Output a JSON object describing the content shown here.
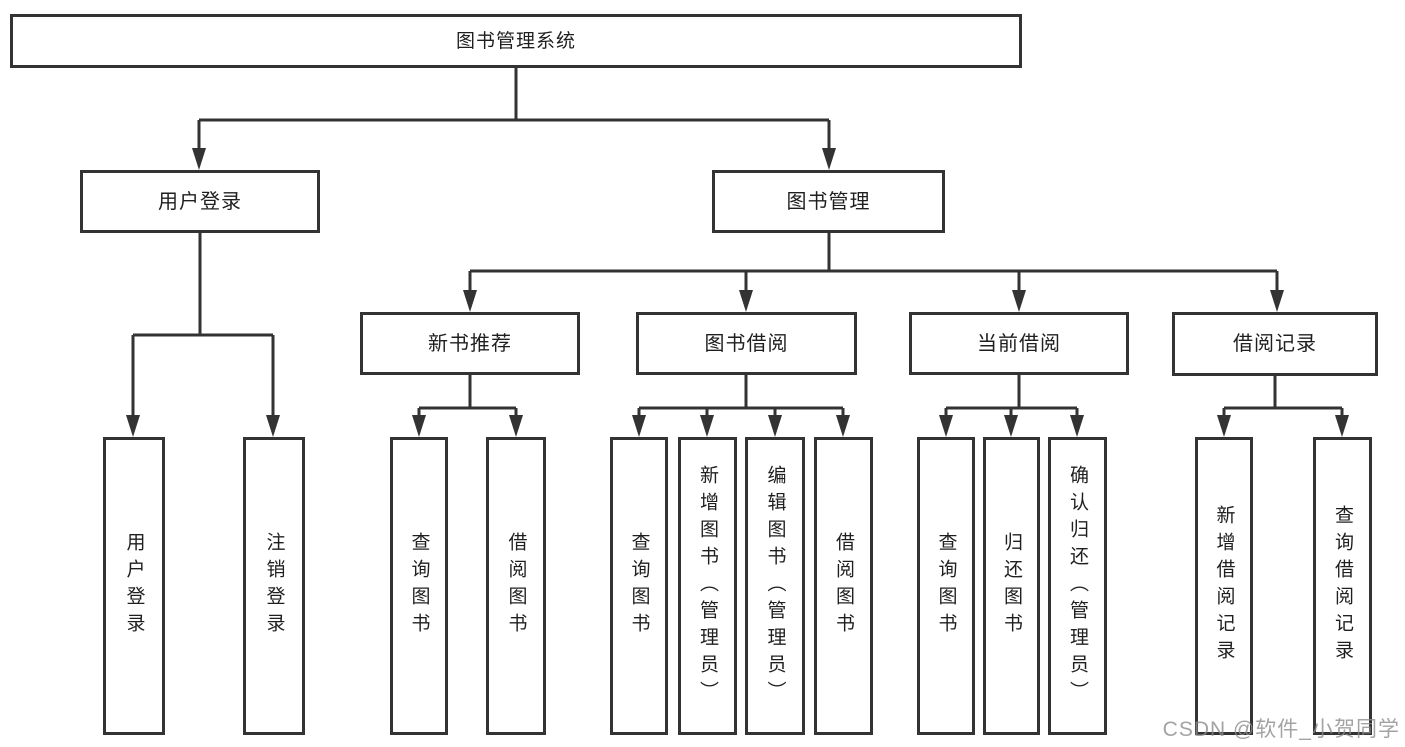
{
  "diagram": {
    "root": {
      "label": "图书管理系统"
    },
    "branches": [
      {
        "label": "用户登录",
        "leaves": [
          {
            "label": "用户登录"
          },
          {
            "label": "注销登录"
          }
        ]
      },
      {
        "label": "图书管理",
        "groups": [
          {
            "label": "新书推荐",
            "leaves": [
              {
                "label": "查询图书"
              },
              {
                "label": "借阅图书"
              }
            ]
          },
          {
            "label": "图书借阅",
            "leaves": [
              {
                "label": "查询图书"
              },
              {
                "label": "新增图书（管理员）"
              },
              {
                "label": "编辑图书（管理员）"
              },
              {
                "label": "借阅图书"
              }
            ]
          },
          {
            "label": "当前借阅",
            "leaves": [
              {
                "label": "查询图书"
              },
              {
                "label": "归还图书"
              },
              {
                "label": "确认归还（管理员）"
              }
            ]
          },
          {
            "label": "借阅记录",
            "leaves": [
              {
                "label": "新增借阅记录"
              },
              {
                "label": "查询借阅记录"
              }
            ]
          }
        ]
      }
    ]
  },
  "watermark": {
    "text": "CSDN @软件_小贺同学"
  },
  "colors": {
    "line": "#333333",
    "box_background": "#ffffff",
    "text": "#1f1f1f",
    "watermark": "#8c8c8c"
  }
}
